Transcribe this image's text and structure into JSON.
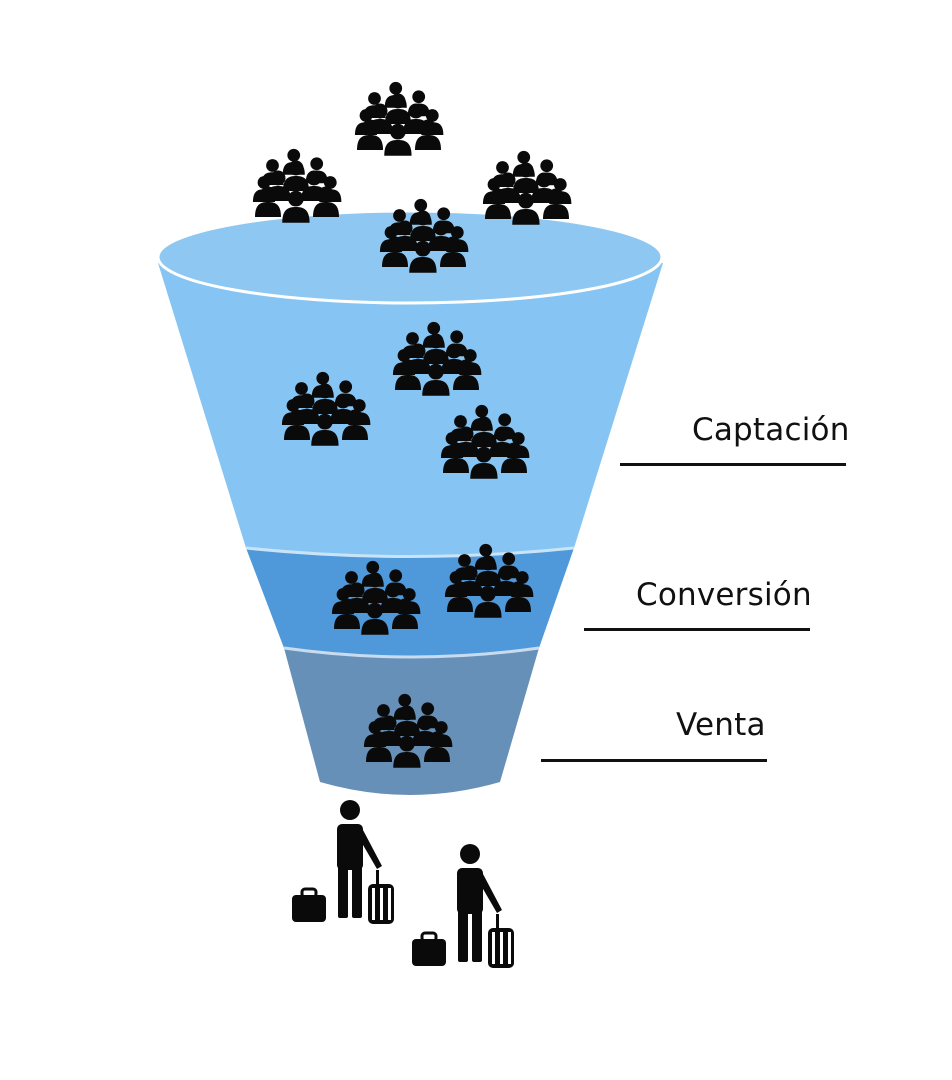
{
  "stages": [
    {
      "id": "captacion",
      "label": "Captación"
    },
    {
      "id": "conversion",
      "label": "Conversión"
    },
    {
      "id": "venta",
      "label": "Venta"
    }
  ],
  "colors": {
    "rim": "#8ec8f2",
    "stage_captacion": "#86c5f3",
    "stage_conversion": "#4f98d9",
    "stage_venta": "#6690b8",
    "icon": "#0a0a0a",
    "label": "#111111"
  },
  "icons": {
    "crowd": "people-group-icon",
    "traveler": "traveler-with-luggage-icon"
  }
}
